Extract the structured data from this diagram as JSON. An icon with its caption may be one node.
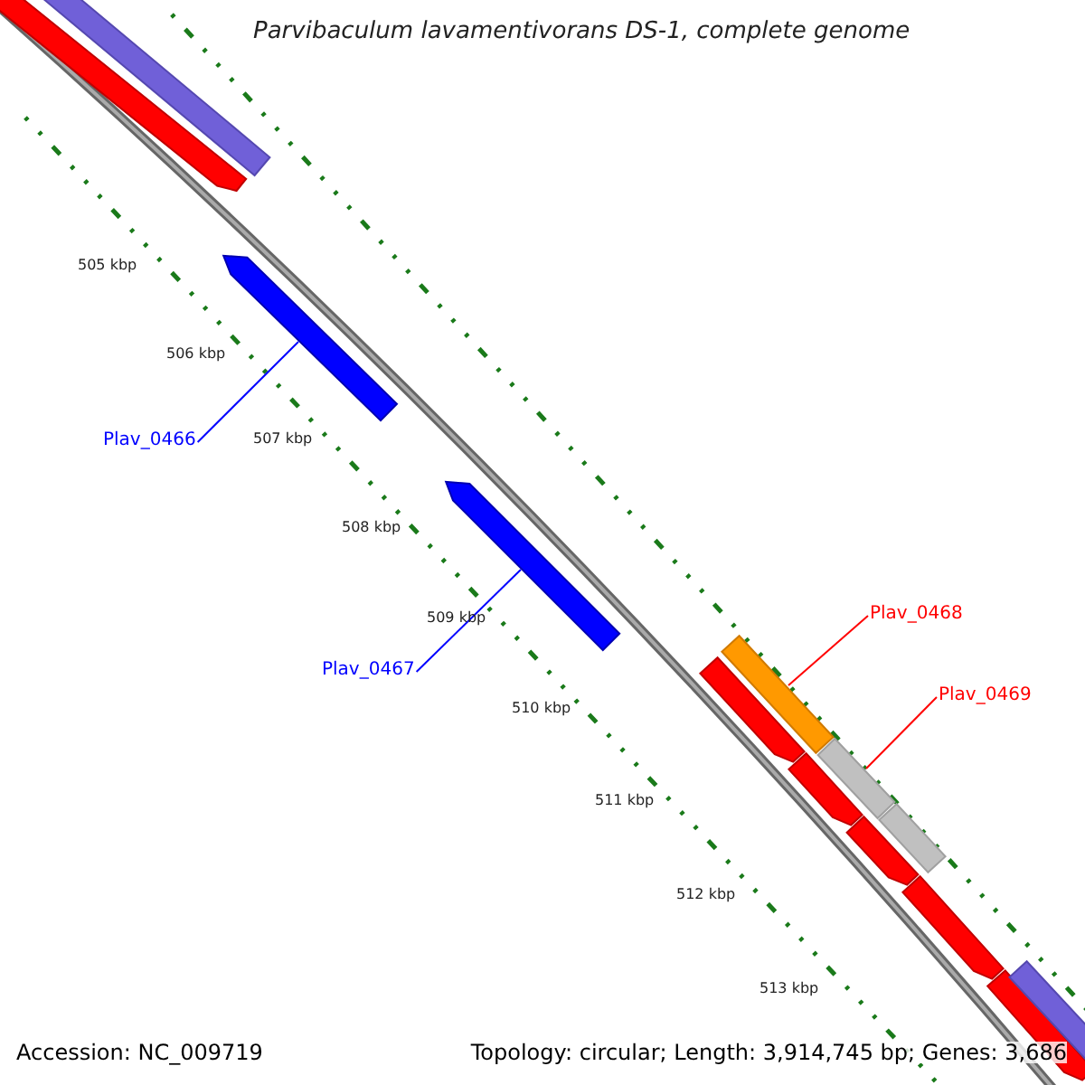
{
  "diagram": {
    "title": "Parvibaculum lavamentivorans DS-1, complete genome",
    "nodes": [
      {
        "text": [
          "Plav_0466"
        ]
      },
      {
        "text": [],
        "shape": "bar"
      },
      {
        "text": [
          "Plav_0467"
        ]
      },
      {
        "text": [],
        "shape": "bar"
      },
      {
        "text": [
          "Plav_0468"
        ]
      },
      {
        "text": [],
        "shape": "bar"
      },
      {
        "text": [
          "Plav_0469"
        ]
      },
      {
        "text": [],
        "shape": "bar"
      }
    ],
    "edges": [
      {
        "from": 0,
        "to": 1,
        "arrow": "none"
      },
      {
        "from": 2,
        "to": 3,
        "arrow": "none"
      },
      {
        "from": 4,
        "to": 5,
        "arrow": "none",
        "color": "#ff0000"
      },
      {
        "from": 6,
        "to": 7,
        "arrow": "none",
        "color": "#ff0000"
      }
    ],
    "labels": [
      "505 kbp",
      "506 kbp",
      "507 kbp",
      "508 kbp",
      "509 kbp",
      "510 kbp",
      "511 kbp",
      "512 kbp",
      "513 kbp",
      "Accession: NC_009719",
      "Topology: circular; Length: 3,914,745 bp; Genes: 3,686"
    ]
  }
}
